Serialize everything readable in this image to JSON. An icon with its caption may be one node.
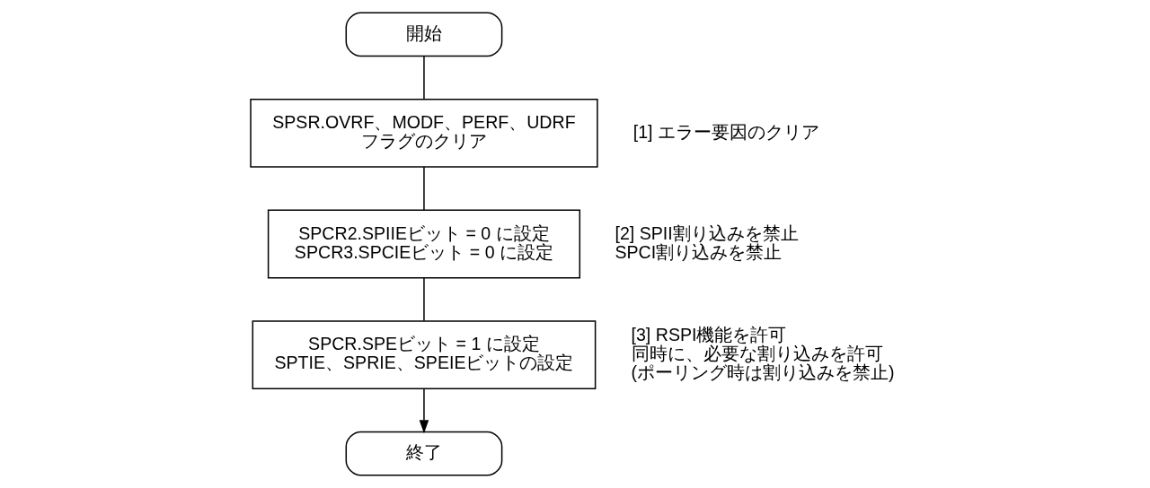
{
  "diagram": {
    "nodes": [
      {
        "text": [
          "開始"
        ]
      },
      {
        "text": [
          "SPSR.OVRF、MODF、PERF、UDRF フラグのクリア"
        ],
        "beside": [
          "[1] エラー要因のクリア"
        ]
      },
      {
        "text": [
          "SPCR2.SPIIEビット = 0 に設定 SPCR3.SPCIEビット = 0 に設定"
        ],
        "beside": [
          "[2] SPII割り込みを禁止 SPCI割り込みを禁止"
        ]
      },
      {
        "text": [
          "SPCR.SPEビット = 1 に設定 SPTIE、SPRIE、SPEIEビットの設定"
        ],
        "beside": [
          "[3] RSPI機能を許可同時に、必要な割り込みを許可 (ポーリング時は割り込みを禁止)"
        ]
      },
      {
        "text": [
          "終了"
        ]
      }
    ],
    "edges": [
      {
        "from": 0,
        "to": 1,
        "arrow": "none"
      },
      {
        "from": 1,
        "to": 2,
        "arrow": "none"
      },
      {
        "from": 2,
        "to": 3,
        "arrow": "none"
      },
      {
        "from": 3,
        "to": 4,
        "arrow": "to"
      }
    ]
  }
}
